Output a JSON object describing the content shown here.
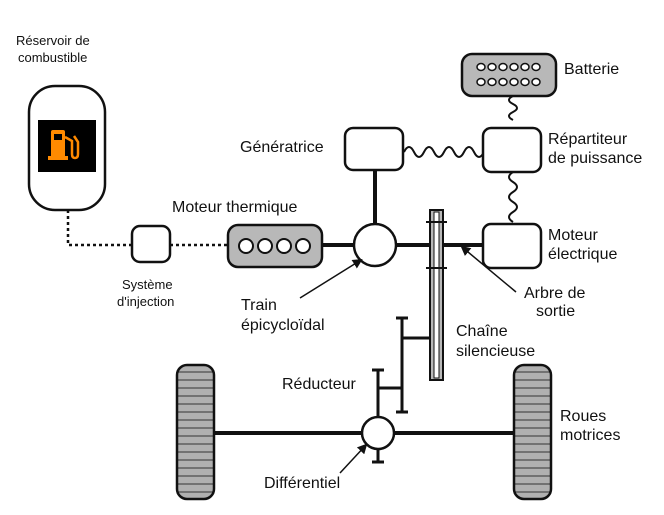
{
  "labels": {
    "reservoir_line1": "Réservoir de",
    "reservoir_line2": "combustible",
    "injection_line1": "Système",
    "injection_line2": "d'injection",
    "moteur_thermique": "Moteur thermique",
    "generatrice": "Génératrice",
    "batterie": "Batterie",
    "repartiteur_line1": "Répartiteur",
    "repartiteur_line2": "de puissance",
    "moteur_elec_line1": "Moteur",
    "moteur_elec_line2": "électrique",
    "arbre_line1": "Arbre de",
    "arbre_line2": "sortie",
    "train_line1": "Train",
    "train_line2": "épicycloïdal",
    "chaine_line1": "Chaîne",
    "chaine_line2": "silencieuse",
    "reducteur": "Réducteur",
    "roues_line1": "Roues",
    "roues_line2": "motrices",
    "differentiel": "Différentiel"
  },
  "icons": {
    "fuel_gauge": "fuel-pump-icon"
  },
  "colors": {
    "line": "#111111",
    "component_fill": "#ffffff",
    "engine_fill": "#b8b8b8",
    "tire_fill": "#b0b0b0",
    "fuel_panel": "#000000",
    "fuel_pump": "#ff8a00"
  }
}
